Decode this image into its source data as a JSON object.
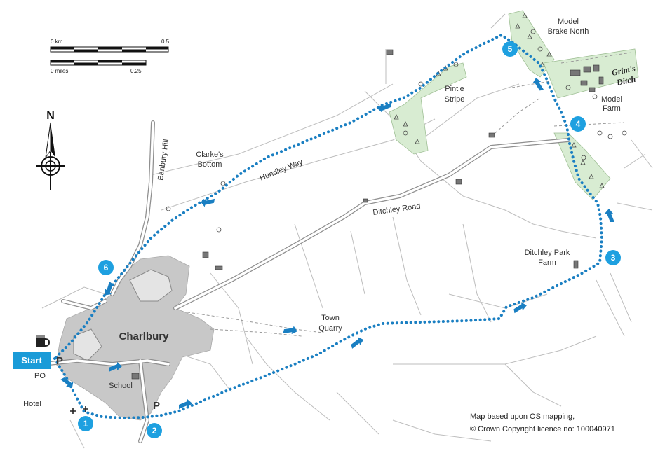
{
  "scale_bar": {
    "km_start": "0 km",
    "km_end": "0.5",
    "miles_start": "0 miles",
    "miles_end": "0.25"
  },
  "north_label": "N",
  "start_label": "Start",
  "places": {
    "model_brake_north_1": "Model",
    "model_brake_north_2": "Brake North",
    "grims_ditch_1": "Grim's",
    "grims_ditch_2": "Ditch",
    "model_farm_1": "Model",
    "model_farm_2": "Farm",
    "pintle_stripe_1": "Pintle",
    "pintle_stripe_2": "Stripe",
    "clarkes_bottom_1": "Clarke's",
    "clarkes_bottom_2": "Bottom",
    "banbury_hill": "Banbury Hill",
    "hundley_way": "Hundley Way",
    "ditchley_road": "Ditchley Road",
    "ditchley_park_farm_1": "Ditchley Park",
    "ditchley_park_farm_2": "Farm",
    "town_quarry_1": "Town",
    "town_quarry_2": "Quarry",
    "charlbury": "Charlbury",
    "school": "School",
    "po": "PO",
    "hotel": "Hotel",
    "parking": "P"
  },
  "waypoints": [
    "1",
    "2",
    "3",
    "4",
    "5",
    "6"
  ],
  "credit": {
    "line1": "Map based upon OS mapping,",
    "line2": "© Crown Copyright licence no: 100040971"
  },
  "colors": {
    "route": "#1a7fc2",
    "waypoint": "#1ea0e0",
    "town": "#c8c8c8",
    "wood": "#d8ecd2",
    "road": "#9a9a9a"
  }
}
